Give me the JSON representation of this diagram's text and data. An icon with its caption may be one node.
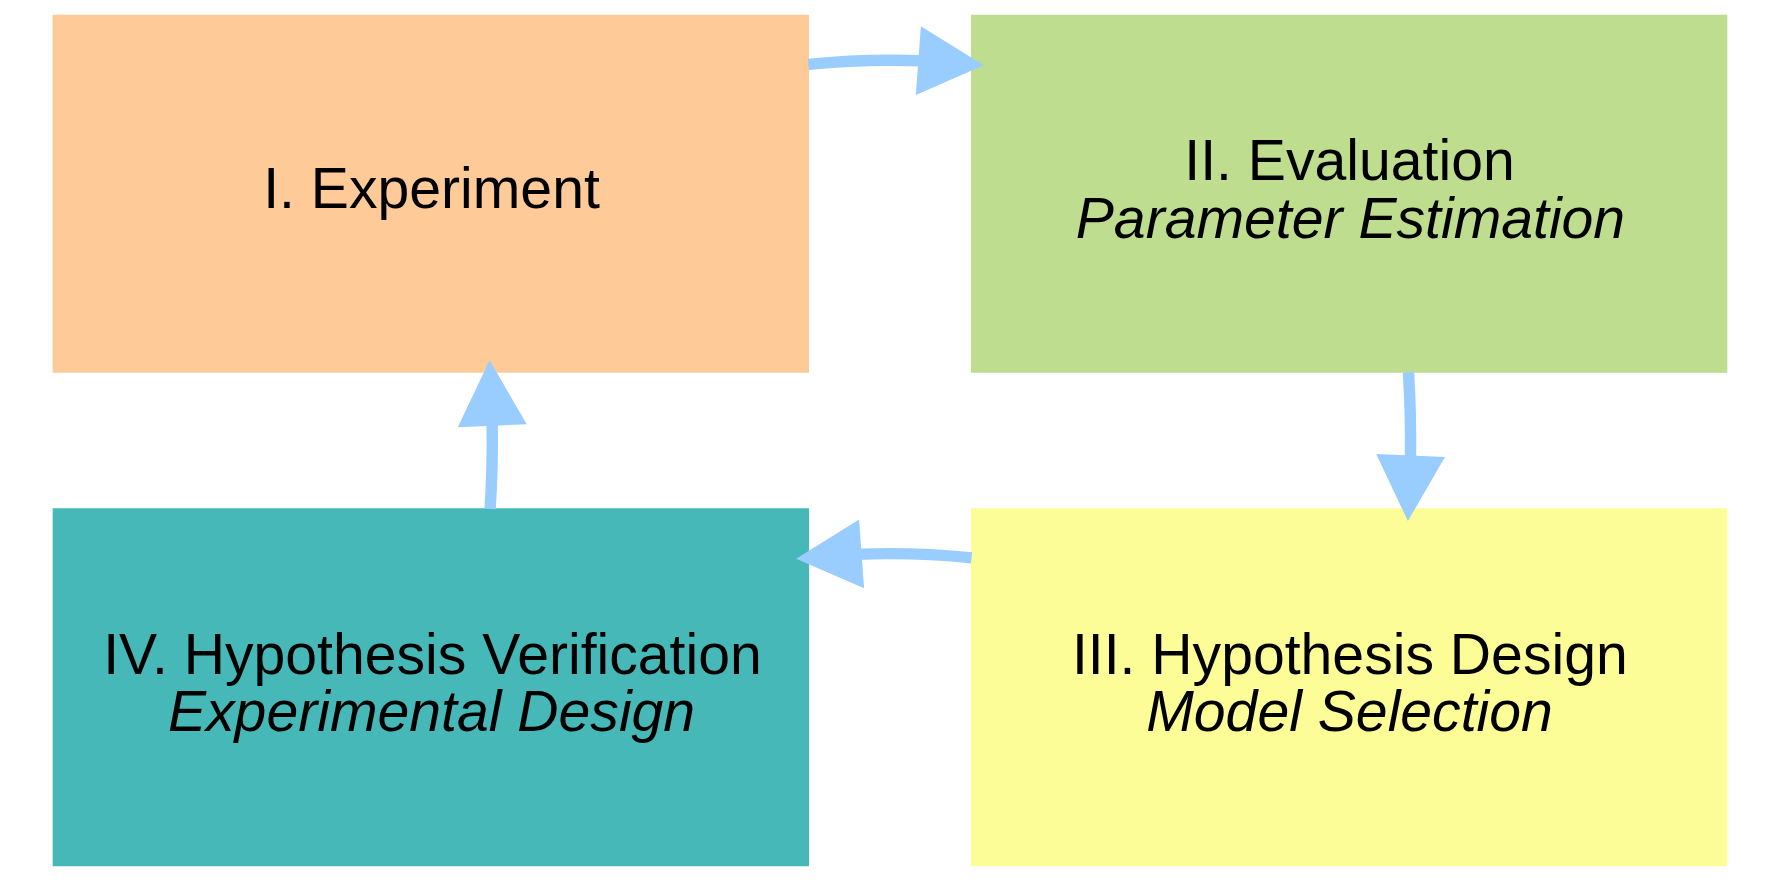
{
  "diagram": {
    "nodes": [
      {
        "text": [
          "I. Experiment"
        ]
      },
      {
        "text": [
          "II. Evaluation",
          "Parameter Estimation"
        ]
      },
      {
        "text": [
          "III. Hypothesis Design",
          "Model Selection"
        ]
      },
      {
        "text": [
          "IV. Hypothesis Verification",
          "Experimental Design"
        ]
      }
    ],
    "edges": [
      {
        "from": 0,
        "to": 1,
        "arrow": "to"
      },
      {
        "from": 1,
        "to": 2,
        "arrow": "to"
      },
      {
        "from": 2,
        "to": 3,
        "arrow": "to"
      },
      {
        "from": 3,
        "to": 0,
        "arrow": "to"
      }
    ]
  }
}
